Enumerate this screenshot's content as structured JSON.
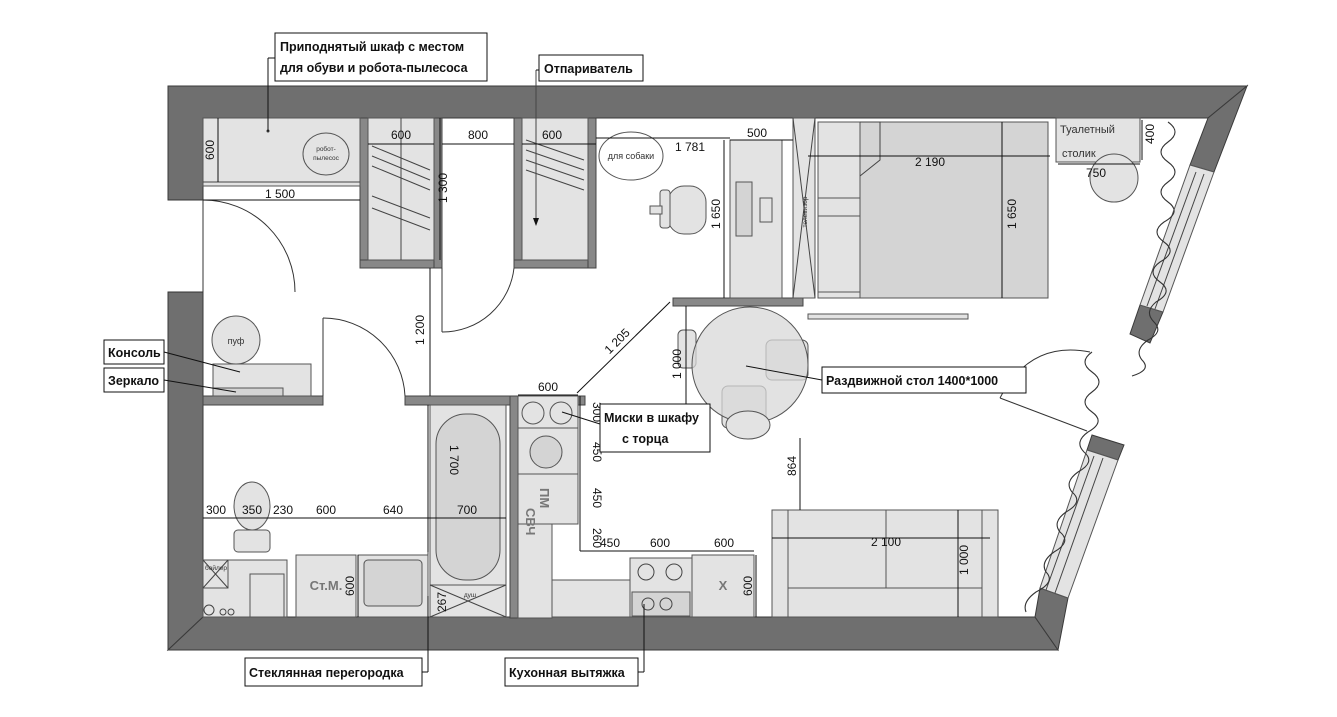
{
  "labels": {
    "raised_wardrobe_line1": "Приподнятый шкаф с местом",
    "raised_wardrobe_line2": "для обуви и робота-пылесоса",
    "steamer": "Отпариватель",
    "console": "Консоль",
    "mirror": "Зеркало",
    "bowls_line1": "Миски в шкафу",
    "bowls_line2": "с торца",
    "extending_table": "Раздвижной стол 1400*1000",
    "glass_partition": "Стеклянная перегородка",
    "kitchen_hood": "Кухонная вытяжка",
    "dressing_table_line1": "Туалетный",
    "dressing_table_line2": "столик",
    "robot_vacuum_line1": "робот-",
    "robot_vacuum_line2": "пылесос",
    "for_dog": "для собаки",
    "pouf": "пуф",
    "microwave": "СВЧ",
    "dishwasher": "ПМ",
    "washer": "Ст.М.",
    "boiler": "бойлер",
    "shower": "душ",
    "tv": "телевизор"
  },
  "dimensions": {
    "d600_wardrobe_left": "600",
    "d800": "800",
    "d600_wardrobe_right": "600",
    "d1781": "1 781",
    "d500": "500",
    "d2190": "2 190",
    "d400": "400",
    "d750": "750",
    "d600_left": "600",
    "d1500": "1 500",
    "d1300": "1 300",
    "d1650_desk": "1 650",
    "d1650_bed": "1 650",
    "d1200": "1 200",
    "d1205": "1 205",
    "d1000_table": "1 000",
    "d600_bowls": "600",
    "d300_bowls": "300",
    "d450_a": "450",
    "d450_b": "450",
    "d1700": "1 700",
    "d864": "864",
    "d300": "300",
    "d350": "350",
    "d230": "230",
    "d600_mid": "600",
    "d640": "640",
    "d700": "700",
    "d260": "260",
    "d450_c": "450",
    "d600_k1": "600",
    "d600_k2": "600",
    "d2100": "2 100",
    "d1000_sofa": "1 000",
    "d600_wm": "600",
    "d267": "267",
    "d600_k_v": "600"
  }
}
